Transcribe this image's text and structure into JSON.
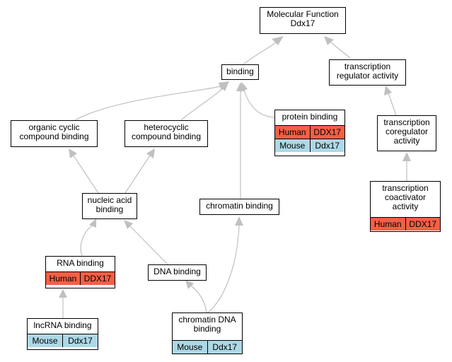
{
  "nodes": {
    "mf": {
      "line1": "Molecular Function",
      "line2": "Ddx17"
    },
    "binding": {
      "line1": "binding"
    },
    "tra": {
      "line1": "transcription",
      "line2": "regulator activity"
    },
    "occb": {
      "line1": "organic cyclic",
      "line2": "compound binding"
    },
    "hcb": {
      "line1": "heterocyclic",
      "line2": "compound binding"
    },
    "pb": {
      "line1": "protein binding",
      "rows": [
        {
          "species": "Human",
          "gene": "DDX17"
        },
        {
          "species": "Mouse",
          "gene": "Ddx17"
        }
      ]
    },
    "tcra": {
      "line1": "transcription",
      "line2": "coregulator",
      "line3": "activity"
    },
    "nab": {
      "line1": "nucleic acid",
      "line2": "binding"
    },
    "chb": {
      "line1": "chromatin binding"
    },
    "tcaa": {
      "line1": "transcription",
      "line2": "coactivator",
      "line3": "activity",
      "rows": [
        {
          "species": "Human",
          "gene": "DDX17"
        }
      ]
    },
    "rnab": {
      "line1": "RNA binding",
      "rows": [
        {
          "species": "Human",
          "gene": "DDX17"
        }
      ]
    },
    "dnab": {
      "line1": "DNA binding"
    },
    "lncb": {
      "line1": "lncRNA binding",
      "rows": [
        {
          "species": "Mouse",
          "gene": "Ddx17"
        }
      ]
    },
    "cdnab": {
      "line1": "chromatin DNA",
      "line2": "binding",
      "rows": [
        {
          "species": "Mouse",
          "gene": "Ddx17"
        }
      ]
    }
  },
  "colors": {
    "human": "#f45f46",
    "mouse": "#add8e6",
    "edge": "#c0c0c0"
  }
}
